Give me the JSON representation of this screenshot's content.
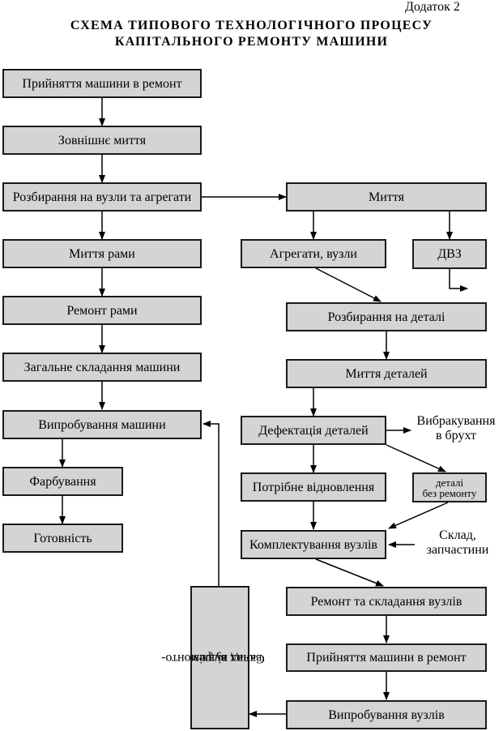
{
  "header": {
    "appendix": "Додаток 2",
    "title_line1": "СХЕМА ТИПОВОГО ТЕХНОЛОГІЧНОГО ПРОЦЕСУ",
    "title_line2": "КАПІТАЛЬНОГО РЕМОНТУ МАШИНИ"
  },
  "left_column": [
    "Прийняття машини в ремонт",
    "Зовнішнє миття",
    "Розбирання на вузли та агрегати",
    "Миття рами",
    "Ремонт рами",
    "Загальне складання машини",
    "Випробування машини",
    "Фарбування",
    "Готовність"
  ],
  "right_column": {
    "washing": "Миття",
    "units": "Агрегати, вузли",
    "engine": "ДВЗ",
    "disassembly_parts": "Розбирання на деталі",
    "parts_washing": "Миття деталей",
    "defect_detection": "Дефектація деталей",
    "scrap_line1": "Вибракування",
    "scrap_line2": "в брухт",
    "needs_restoration": "Потрібне відновлення",
    "no_repair_line1": "деталі",
    "no_repair_line2": "без ремонту",
    "assembly_kits": "Комплектування вузлів",
    "warehouse_line1": "Склад,",
    "warehouse_line2": "запчастини",
    "repair_assembly": "Ремонт та складання вузлів",
    "accept_repeat": "Прийняття машини в ремонт",
    "units_testing": "Випробування вузлів",
    "repaired_store_line1": "Склад відремонто-",
    "repaired_store_line2": "ваних вузлів"
  }
}
